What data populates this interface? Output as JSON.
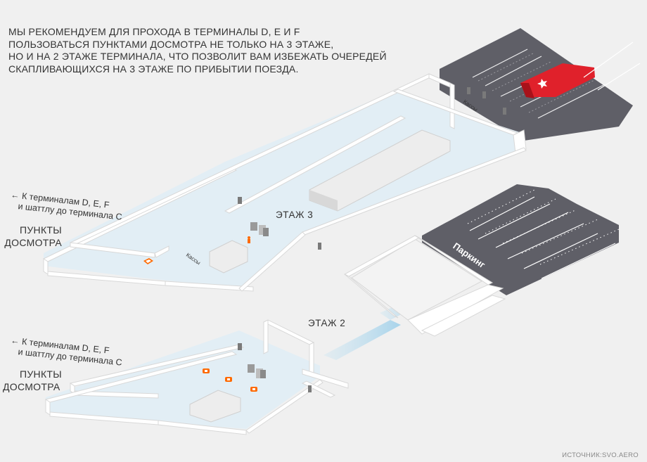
{
  "note": {
    "lines": [
      "МЫ РЕКОМЕНДУЕМ ДЛЯ ПРОХОДА В ТЕРМИНАЛЫ D, E И F",
      "ПОЛЬЗОВАТЬСЯ ПУНКТАМИ ДОСМОТРА НЕ ТОЛЬКО НА 3 ЭТАЖЕ,",
      "НО И НА 2 ЭТАЖЕ ТЕРМИНАЛА, ЧТО ПОЗВОЛИТ ВАМ ИЗБЕЖАТЬ ОЧЕРЕДЕЙ",
      "СКАПЛИВАЮЩИХСЯ НА 3 ЭТАЖЕ ПО ПРИБЫТИИ ПОЕЗДА."
    ]
  },
  "floor3": {
    "label": "ЭТАЖ 3",
    "direction_line1": "← К терминалам D, E, F",
    "direction_line2": "и шаттлу до терминала С",
    "checkpoints_line1": "ПУНКТЫ",
    "checkpoints_line2": "ДОСМОТРА",
    "kassy_lower": "Кассы",
    "kassy_upper": "Кассы"
  },
  "floor2": {
    "label": "ЭТАЖ 2",
    "direction_line1": "← К терминалам D, E, F",
    "direction_line2": "и шаттлу до терминала С",
    "checkpoints_line1": "ПУНКТЫ",
    "checkpoints_line2": "ДОСМОТРА"
  },
  "parking": {
    "label": "Паркинг"
  },
  "source": "ИСТОЧНИК:SVO.AERO",
  "colors": {
    "background": "#f0f0f0",
    "wall": "#ffffff",
    "wall_shade": "#d8d8d8",
    "floor_fill": "#e2eef5",
    "asphalt": "#5f5f67",
    "accent_orange": "#ff6a00",
    "train": "#e0212b"
  },
  "icons": [
    "train-icon",
    "checkpoint-icon",
    "escalator-icon",
    "person-icon"
  ]
}
